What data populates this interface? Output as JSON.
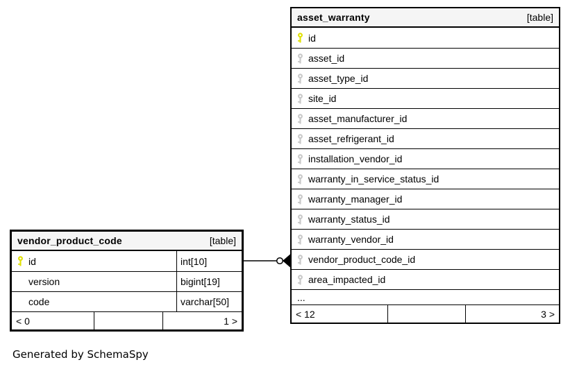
{
  "diagram": {
    "generated_by": "Generated by SchemaSpy"
  },
  "tables": {
    "asset_warranty": {
      "name": "asset_warranty",
      "badge": "[table]",
      "columns": [
        {
          "name": "id",
          "key": "primary"
        },
        {
          "name": "asset_id",
          "key": "foreign"
        },
        {
          "name": "asset_type_id",
          "key": "foreign"
        },
        {
          "name": "site_id",
          "key": "foreign"
        },
        {
          "name": "asset_manufacturer_id",
          "key": "foreign"
        },
        {
          "name": "asset_refrigerant_id",
          "key": "foreign"
        },
        {
          "name": "installation_vendor_id",
          "key": "foreign"
        },
        {
          "name": "warranty_in_service_status_id",
          "key": "foreign"
        },
        {
          "name": "warranty_manager_id",
          "key": "foreign"
        },
        {
          "name": "warranty_status_id",
          "key": "foreign"
        },
        {
          "name": "warranty_vendor_id",
          "key": "foreign"
        },
        {
          "name": "vendor_product_code_id",
          "key": "foreign"
        },
        {
          "name": "area_impacted_id",
          "key": "foreign"
        }
      ],
      "ellipsis": "...",
      "footer": {
        "left": "< 12",
        "middle": "",
        "right": "3 >"
      }
    },
    "vendor_product_code": {
      "name": "vendor_product_code",
      "badge": "[table]",
      "columns": [
        {
          "name": "id",
          "type": "int[10]",
          "key": "primary"
        },
        {
          "name": "version",
          "type": "bigint[19]",
          "key": ""
        },
        {
          "name": "code",
          "type": "varchar[50]",
          "key": ""
        }
      ],
      "footer": {
        "left": "< 0",
        "middle": "",
        "right": "1 >"
      }
    }
  },
  "relationship": {
    "from": "vendor_product_code.id",
    "to": "asset_warranty.vendor_product_code_id",
    "notation": "zero-or-many crow's foot"
  },
  "colors": {
    "primary_key_icon": "#e0e000",
    "foreign_key_icon": "#c8c8c8",
    "header_background": "#f5f5f5",
    "border": "#000000"
  }
}
